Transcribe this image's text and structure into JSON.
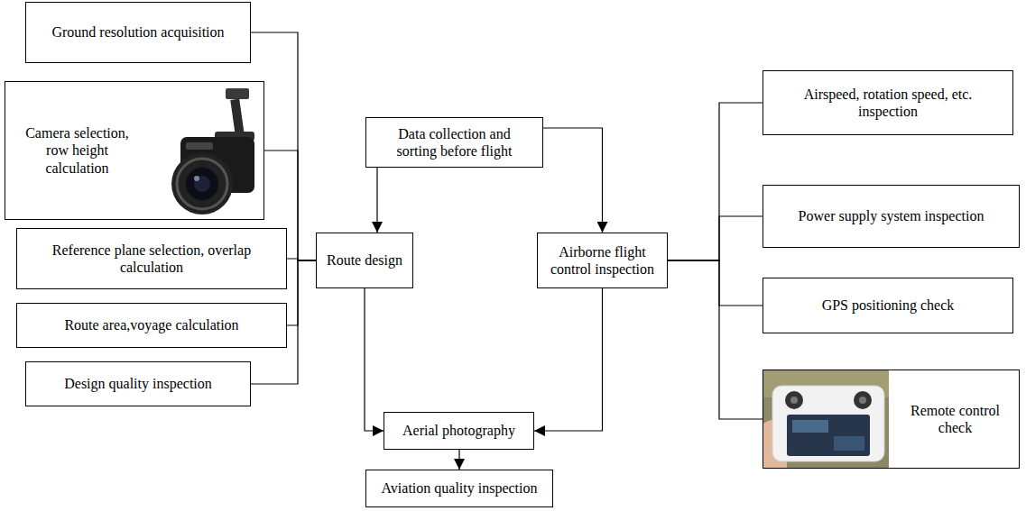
{
  "diagram": {
    "nodes": [
      {
        "text": [
          "Ground resolution acquisition"
        ]
      },
      {
        "text": [
          "Camera selection, row height calculation"
        ]
      },
      {
        "text": [
          "Reference plane selection, overlap calculation"
        ]
      },
      {
        "text": [
          "Route area,voyage calculation"
        ]
      },
      {
        "text": [
          "Design quality inspection"
        ]
      },
      {
        "text": [
          "Data collection and sorting before flight"
        ]
      },
      {
        "text": [
          "Route design"
        ]
      },
      {
        "text": [
          "Airborne flight control inspection"
        ]
      },
      {
        "text": [
          "Aerial photography"
        ]
      },
      {
        "text": [
          "Aviation quality inspection"
        ]
      },
      {
        "text": [
          "Airspeed, rotation speed, etc. inspection"
        ]
      },
      {
        "text": [
          "Power supply system inspection"
        ]
      },
      {
        "text": [
          "GPS positioning check"
        ]
      },
      {
        "text": [
          "Remote control check"
        ]
      }
    ],
    "edges": [
      {
        "from": 0,
        "to": 6,
        "arrow": "none"
      },
      {
        "from": 1,
        "to": 6,
        "arrow": "none"
      },
      {
        "from": 2,
        "to": 6,
        "arrow": "none"
      },
      {
        "from": 3,
        "to": 6,
        "arrow": "none"
      },
      {
        "from": 4,
        "to": 6,
        "arrow": "none"
      },
      {
        "from": 5,
        "to": 6,
        "arrow": "to"
      },
      {
        "from": 5,
        "to": 7,
        "arrow": "to"
      },
      {
        "from": 6,
        "to": 8,
        "arrow": "to"
      },
      {
        "from": 7,
        "to": 8,
        "arrow": "to"
      },
      {
        "from": 8,
        "to": 9,
        "arrow": "to"
      },
      {
        "from": 7,
        "to": 10,
        "arrow": "none"
      },
      {
        "from": 7,
        "to": 11,
        "arrow": "none"
      },
      {
        "from": 7,
        "to": 12,
        "arrow": "none"
      },
      {
        "from": 7,
        "to": 13,
        "arrow": "none"
      }
    ]
  }
}
